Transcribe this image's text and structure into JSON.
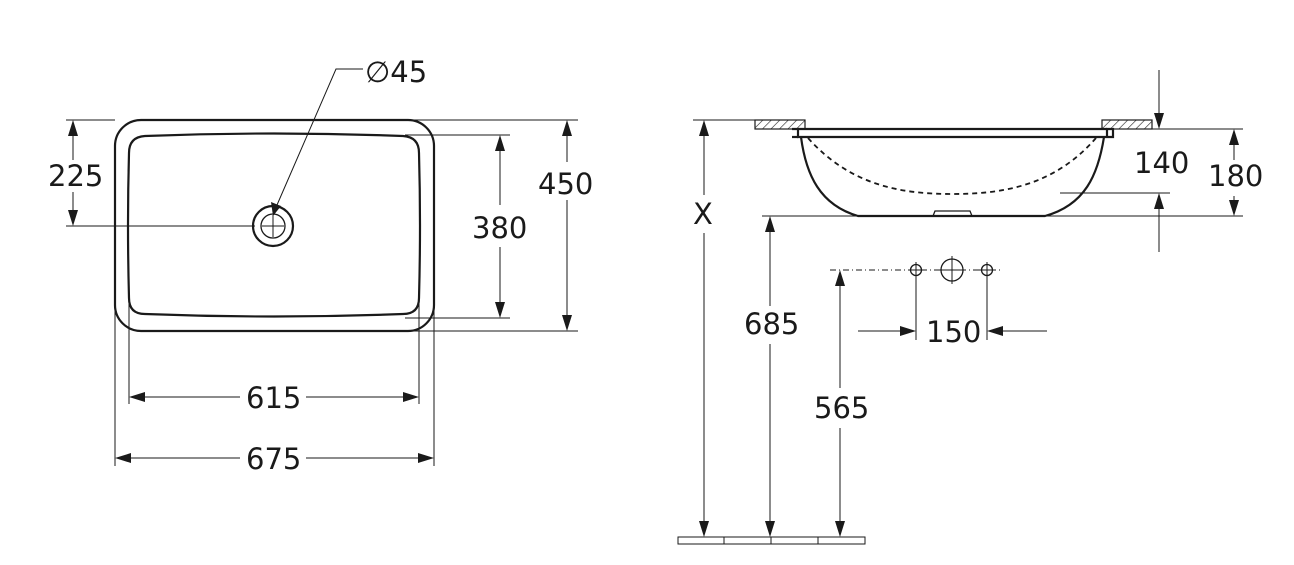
{
  "plan_view": {
    "drain_diameter": "∅45",
    "drain_offset": "225",
    "inner_depth": "380",
    "outer_depth": "450",
    "inner_width": "615",
    "outer_width": "675"
  },
  "side_view": {
    "mount_height_symbol": "X",
    "bowl_height_inner": "140",
    "bowl_height_outer": "180",
    "underside_height": "685",
    "tap_height": "565",
    "tap_spacing": "150"
  }
}
